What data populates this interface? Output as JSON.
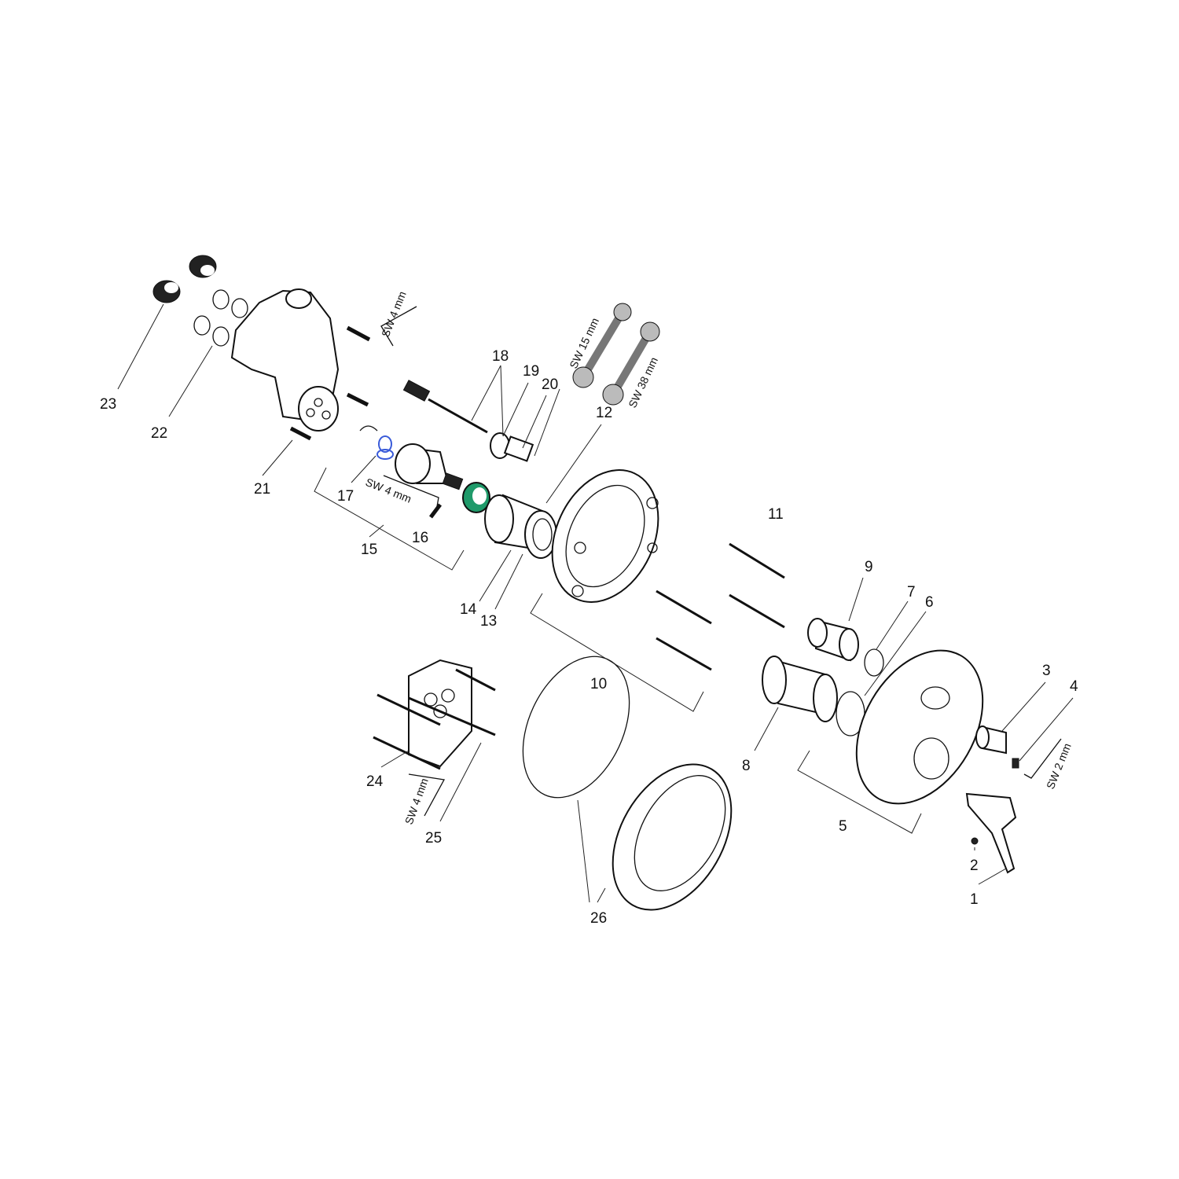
{
  "diagram": {
    "part_numbers": [
      "1",
      "2",
      "3",
      "4",
      "5",
      "6",
      "7",
      "8",
      "9",
      "10",
      "11",
      "12",
      "13",
      "14",
      "15",
      "16",
      "17",
      "18",
      "19",
      "20",
      "21",
      "22",
      "23",
      "24",
      "25",
      "26"
    ],
    "tool_labels": {
      "sw4_top": "SW 4 mm",
      "sw15": "SW 15 mm",
      "sw38": "SW 38 mm",
      "sw4_mid": "SW 4 mm",
      "sw4_bottom": "SW 4 mm",
      "sw2": "SW 2 mm"
    },
    "colors": {
      "oring_blue": "#3a5bd9",
      "ring_green": "#1f9a6a"
    }
  }
}
